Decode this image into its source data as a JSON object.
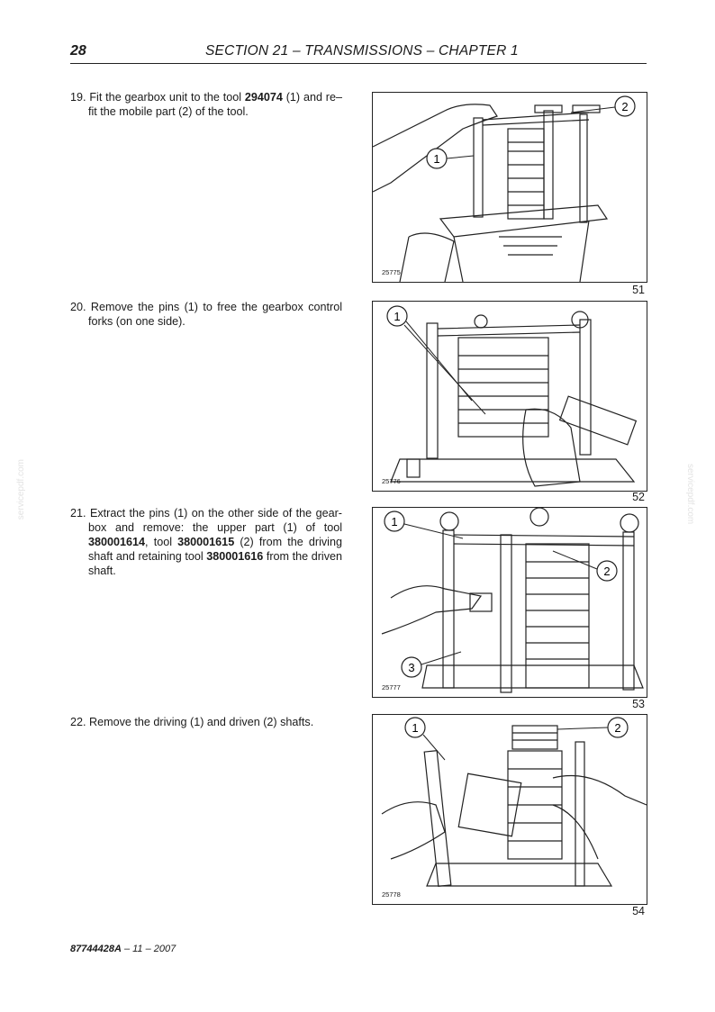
{
  "header": {
    "page_number": "28",
    "section_title": "SECTION 21 – TRANSMISSIONS – CHAPTER 1"
  },
  "steps": [
    {
      "number": "19.",
      "parts": [
        "Fit the gearbox unit to the tool ",
        "294074",
        " (1) and re–fit the mobile part (2) of the tool."
      ]
    },
    {
      "number": "20.",
      "parts": [
        "Remove the pins (1) to free the gearbox control forks (on one side)."
      ]
    },
    {
      "number": "21.",
      "parts": [
        "Extract the pins (1) on the other side of the gear-box and remove: the upper part (1) of tool ",
        "380001614",
        ", tool ",
        "380001615",
        " (2) from the driving shaft and retaining tool ",
        "380001616",
        " from the driven shaft."
      ]
    },
    {
      "number": "22.",
      "parts": [
        "Remove the driving (1) and driven (2) shafts."
      ]
    }
  ],
  "figures": [
    {
      "code": "25775",
      "number": "51",
      "callouts": [
        "1",
        "2"
      ]
    },
    {
      "code": "25776",
      "number": "52",
      "callouts": [
        "1"
      ]
    },
    {
      "code": "25777",
      "number": "53",
      "callouts": [
        "1",
        "2",
        "3"
      ]
    },
    {
      "code": "25778",
      "number": "54",
      "callouts": [
        "1",
        "2"
      ]
    }
  ],
  "footer": {
    "doc_code": "87744428A",
    "date": " – 11 – 2007"
  },
  "watermark": {
    "left": "servicepdf.com",
    "right": "servicepdf.com"
  }
}
